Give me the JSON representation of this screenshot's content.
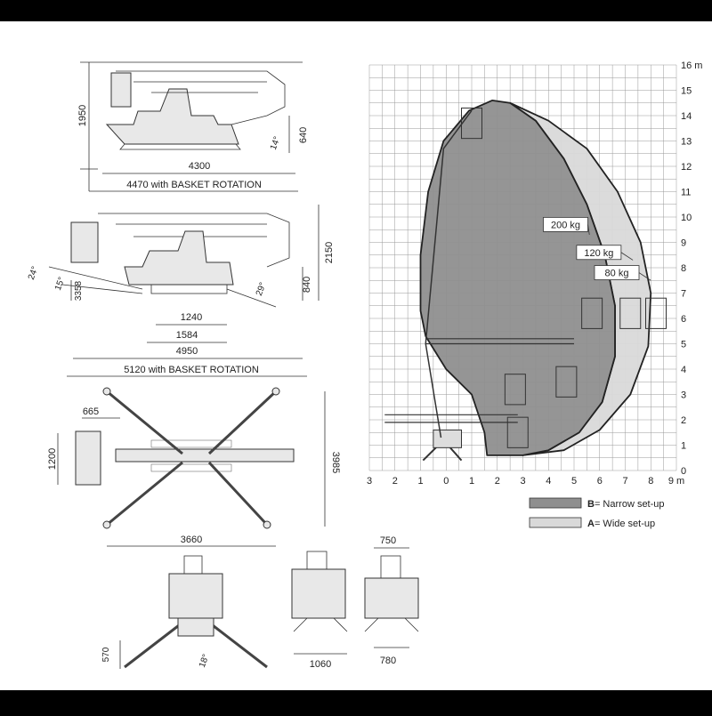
{
  "views": {
    "side_top": {
      "height": "1950",
      "right_height": "640",
      "angle": "14°",
      "length": "4300",
      "length_basket": "4470 with BASKET ROTATION"
    },
    "side_bottom": {
      "height": "2150",
      "right_height": "840",
      "left_height": "3358",
      "angle_a": "24°",
      "angle_b": "15°",
      "angle_c": "29°",
      "track_a": "1240",
      "track_b": "1584",
      "length": "4950",
      "length_basket": "5120 with BASKET ROTATION"
    },
    "plan": {
      "basket_w": "665",
      "basket_h": "1200",
      "width": "3985",
      "length": "3660"
    },
    "front_views": {
      "height": "570",
      "angle": "18°",
      "width_a": "1060",
      "width_b_top": "750",
      "width_b_bottom": "780"
    }
  },
  "chart_data": {
    "type": "area",
    "x_ticks": [
      "3",
      "2",
      "1",
      "0",
      "1",
      "2",
      "3",
      "4",
      "5",
      "6",
      "7",
      "8",
      "9 m"
    ],
    "y_ticks": [
      "0",
      "1",
      "2",
      "3",
      "4",
      "5",
      "6",
      "7",
      "8",
      "9",
      "10",
      "11",
      "12",
      "13",
      "14",
      "15",
      "16 m"
    ],
    "xlim": [
      -3,
      9
    ],
    "ylim": [
      0,
      16
    ],
    "grid": true,
    "loads": [
      "200 kg",
      "120 kg",
      "80 kg"
    ],
    "legend": [
      {
        "key": "B",
        "text": "= Narrow set-up",
        "color": "#8f8f8f"
      },
      {
        "key": "A",
        "text": "= Wide set-up",
        "color": "#d9d9d9"
      }
    ],
    "series": [
      {
        "name": "B",
        "color": "#8f8f8f",
        "points": [
          [
            0.9,
            14.2
          ],
          [
            1.8,
            14.6
          ],
          [
            2.5,
            14.5
          ],
          [
            3.5,
            13.8
          ],
          [
            4.6,
            12.3
          ],
          [
            5.5,
            10.5
          ],
          [
            6.2,
            8.5
          ],
          [
            6.6,
            6.5
          ],
          [
            6.6,
            4.5
          ],
          [
            6.1,
            2.7
          ],
          [
            5.2,
            1.5
          ],
          [
            4.0,
            0.8
          ],
          [
            3.0,
            0.6
          ],
          [
            1.6,
            0.6
          ],
          [
            1.5,
            1.5
          ],
          [
            1.0,
            3.0
          ],
          [
            0.0,
            4.0
          ],
          [
            -0.8,
            5.3
          ],
          [
            -1.0,
            6.3
          ],
          [
            -1.0,
            8.5
          ],
          [
            -0.7,
            11.0
          ],
          [
            -0.1,
            13.0
          ]
        ]
      },
      {
        "name": "A",
        "color": "#d9d9d9",
        "points": [
          [
            2.5,
            14.5
          ],
          [
            4.0,
            13.8
          ],
          [
            5.5,
            12.7
          ],
          [
            6.7,
            11.0
          ],
          [
            7.6,
            9.0
          ],
          [
            8.0,
            7.0
          ],
          [
            7.9,
            4.9
          ],
          [
            7.2,
            3.0
          ],
          [
            6.0,
            1.6
          ],
          [
            4.6,
            0.8
          ],
          [
            3.0,
            0.6
          ],
          [
            4.0,
            0.8
          ],
          [
            5.2,
            1.5
          ],
          [
            6.1,
            2.7
          ],
          [
            6.6,
            4.5
          ],
          [
            6.6,
            6.5
          ],
          [
            6.2,
            8.5
          ],
          [
            5.5,
            10.5
          ],
          [
            4.6,
            12.3
          ],
          [
            3.5,
            13.8
          ]
        ]
      }
    ]
  }
}
